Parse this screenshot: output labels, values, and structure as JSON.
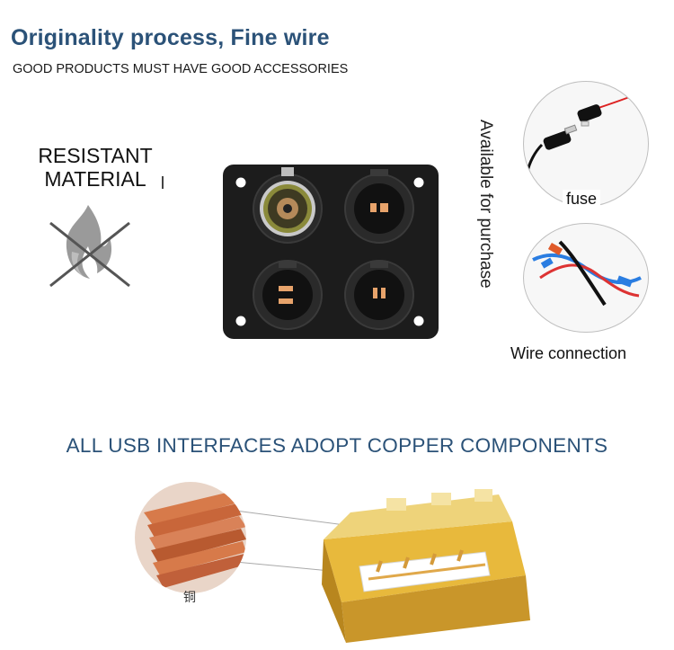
{
  "header": {
    "title": "Originality process, Fine wire",
    "subtitle": "GOOD PRODUCTS MUST HAVE GOOD ACCESSORIES"
  },
  "resistant": {
    "line1": "RESISTANT",
    "line2": "MATERIAL",
    "icon": "no-fire-icon"
  },
  "available_text": "Available for purchase",
  "accessories": [
    {
      "label": "fuse",
      "icon": "fuse-image"
    },
    {
      "label": "Wire connection",
      "icon": "wire-connection-image"
    }
  ],
  "usb_section": {
    "title": "ALL USB INTERFACES ADOPT COPPER COMPONENTS",
    "copper_label": "铜"
  },
  "colors": {
    "title_blue": "#2b5278",
    "copper": "#c8663a",
    "usb_gold": "#e0b23a",
    "panel_black": "#1c1c1c"
  }
}
